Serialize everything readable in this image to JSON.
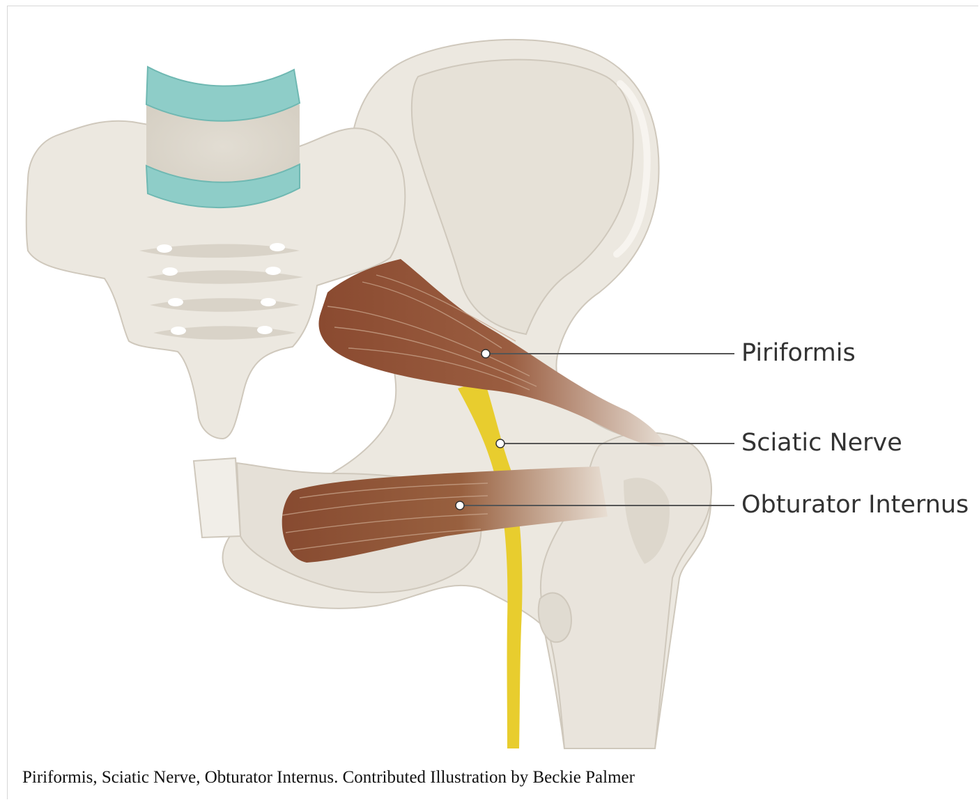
{
  "labels": {
    "piriformis": "Piriformis",
    "sciatic_nerve": "Sciatic Nerve",
    "obturator_internus": "Obturator Internus"
  },
  "caption": "Piriformis, Sciatic Nerve, Obturator Internus. Contributed Illustration by Beckie Palmer",
  "colors": {
    "bone": "#ece8e0",
    "bone_shadow": "#dcd6cb",
    "bone_outline": "#cfc8bc",
    "disc": "#8ecdc8",
    "muscle": "#8c4e35",
    "nerve": "#e8cd2e",
    "leader_line": "#555555"
  }
}
